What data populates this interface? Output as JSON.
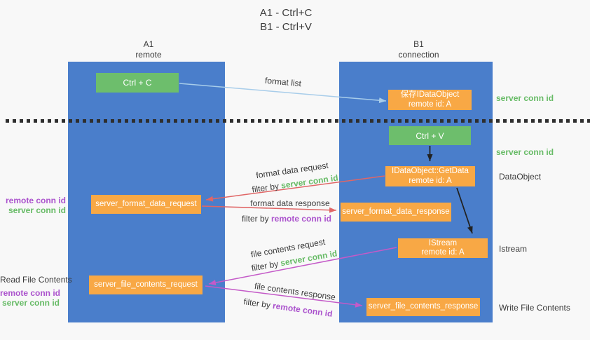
{
  "title": {
    "line1": "A1 - Ctrl+C",
    "line2": "B1 - Ctrl+V"
  },
  "columns": {
    "left": {
      "header_line1": "A1",
      "header_line2": "remote"
    },
    "right": {
      "header_line1": "B1",
      "header_line2": "connection"
    }
  },
  "boxes": {
    "ctrl_c": {
      "label": "Ctrl + C"
    },
    "save_dataobject": {
      "line1": "保存IDataObject",
      "line2": "remote id: A"
    },
    "ctrl_v": {
      "label": "Ctrl + V"
    },
    "getdata": {
      "line1": "IDataObject::GetData",
      "line2": "remote id: A"
    },
    "format_request": {
      "label": "server_format_data_request"
    },
    "format_response": {
      "label": "server_format_data_response"
    },
    "istream": {
      "line1": "IStream",
      "line2": "remote id: A"
    },
    "file_request": {
      "label": "server_file_contents_request"
    },
    "file_response": {
      "label": "server_file_contents_response"
    }
  },
  "arrow_labels": {
    "format_list": "format list",
    "format_data_request": "format data request",
    "format_data_response": "format data response",
    "file_contents_request": "file contents request",
    "file_contents_response": "file contents response",
    "filter_by": "filter by ",
    "server_conn_id": "server conn id",
    "remote_conn_id": "remote conn id"
  },
  "side_labels": {
    "right_server_conn_id_top": "server conn id",
    "right_server_conn_id_mid": "server conn id",
    "dataobject": "DataObject",
    "istream": "Istream",
    "write_file_contents": "Write File Contents",
    "left_remote_conn_id_top": "remote conn id",
    "left_server_conn_id_top": "server conn id",
    "read_file_contents": "Read File Contents",
    "left_remote_conn_id_bottom": "remote conn id",
    "left_server_conn_id_bottom": "server conn id"
  },
  "colors": {
    "page_bg": "#f8f8f8",
    "dark_text": "#3b3b3b",
    "column_blue": "#4a7ecb",
    "box_green": "#6dbe6c",
    "box_orange": "#f8a845",
    "green_text": "#67bb66",
    "purple_text": "#ab53cd",
    "red_arrow": "#e06666",
    "magenta_arrow": "#c45ac8",
    "blue_arrow": "#a8cdea",
    "black_arrow": "#222222"
  }
}
